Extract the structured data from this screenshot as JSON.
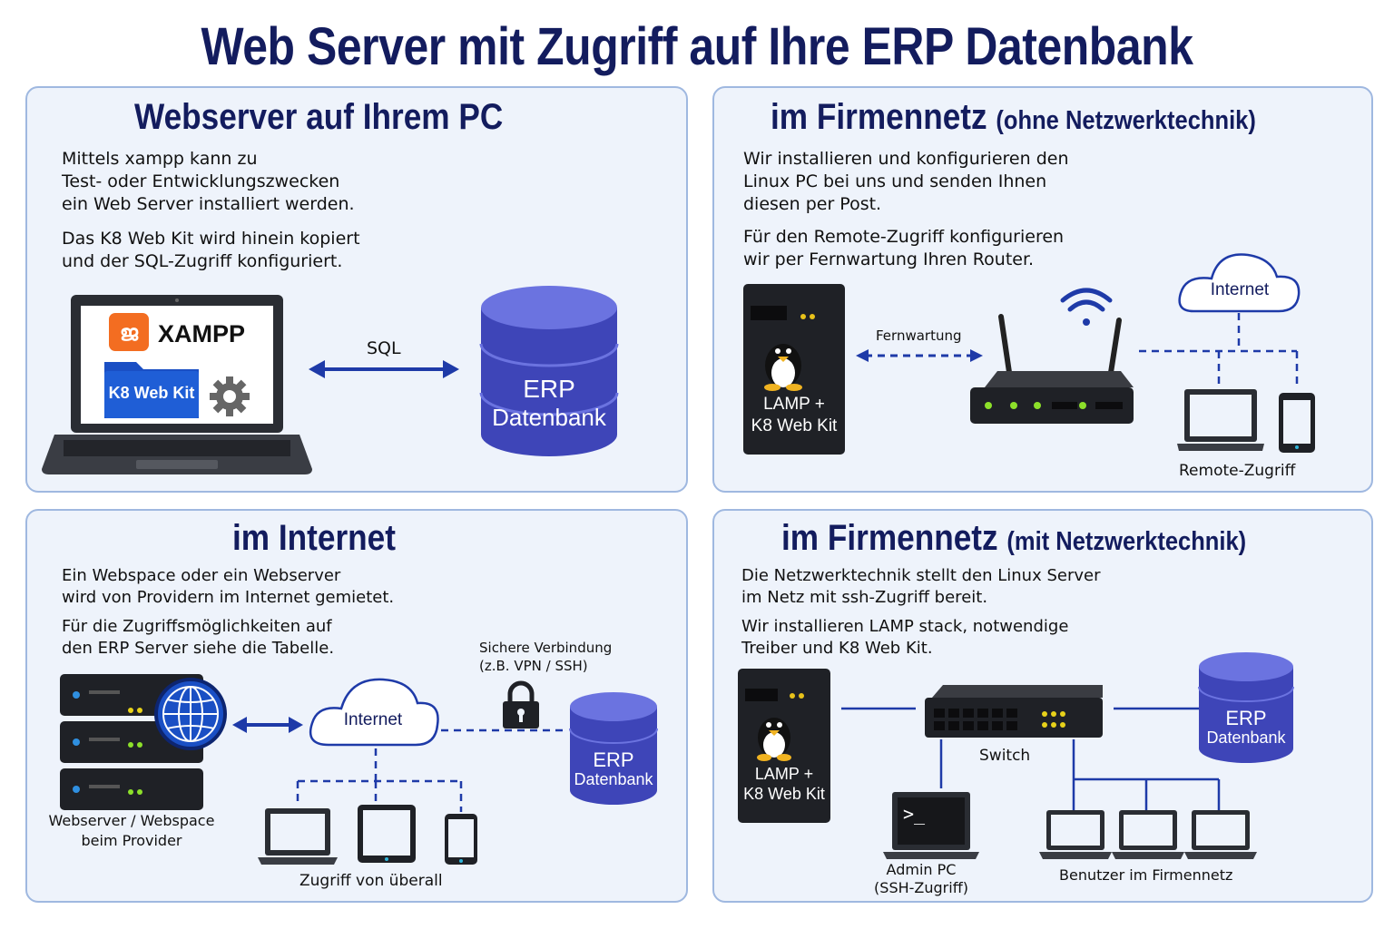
{
  "title": "Web Server mit Zugriff auf Ihre ERP Datenbank",
  "panel_pc": {
    "title": "Webserver auf Ihrem PC",
    "para1": "Mittels xampp kann zu\nTest- oder Entwicklungszwecken\nein Web Server installiert werden.",
    "para2": "Das K8 Web Kit wird hinein kopiert\nund der SQL-Zugriff konfiguriert.",
    "xampp_label": "XAMPP",
    "folder_label": "K8 Web Kit",
    "link_label": "SQL",
    "db_line1": "ERP",
    "db_line2": "Datenbank"
  },
  "panel_lan1": {
    "title": "im Firmennetz",
    "subtitle": "(ohne Netzwerktechnik)",
    "para1": "Wir installieren und konfigurieren den\nLinux PC bei uns und senden Ihnen\ndiesen per Post.",
    "para2": "Für den Remote-Zugriff konfigurieren\nwir per Fernwartung Ihren Router.",
    "server_line1": "LAMP +",
    "server_line2": "K8 Web Kit",
    "link_label": "Fernwartung",
    "cloud_label": "Internet",
    "remote_label": "Remote-Zugriff"
  },
  "panel_inet": {
    "title": "im Internet",
    "para1": "Ein Webspace oder ein Webserver\nwird von Providern im Internet gemietet.",
    "para2": "Für die Zugriffsmöglichkeiten auf\nden ERP Server siehe die Tabelle.",
    "secure_line1": "Sichere Verbindung",
    "secure_line2": "(z.B. VPN / SSH)",
    "cloud_label": "Internet",
    "server_line1": "Webserver / Webspace",
    "server_line2": "beim Provider",
    "db_line1": "ERP",
    "db_line2": "Datenbank",
    "access_label": "Zugriff von überall"
  },
  "panel_lan2": {
    "title": "im Firmennetz",
    "subtitle": "(mit Netzwerktechnik)",
    "para1": "Die Netzwerktechnik stellt den Linux Server\nim Netz mit ssh-Zugriff bereit.",
    "para2": "Wir installieren LAMP stack, notwendige\nTreiber und K8 Web Kit.",
    "server_line1": "LAMP +",
    "server_line2": "K8 Web Kit",
    "switch_label": "Switch",
    "db_line1": "ERP",
    "db_line2": "Datenbank",
    "admin_line1": "Admin PC",
    "admin_line2": "(SSH-Zugriff)",
    "users_label": "Benutzer im Firmennetz",
    "terminal_prompt": ">_"
  },
  "colors": {
    "title": "#131c5e",
    "panel_border": "#9fb8e0",
    "panel_bg": "#eef3fb",
    "db_blue": "#3e45b8",
    "line_blue": "#1e3aa8",
    "xampp_orange": "#f36d21",
    "folder_blue": "#1a4fc4"
  }
}
